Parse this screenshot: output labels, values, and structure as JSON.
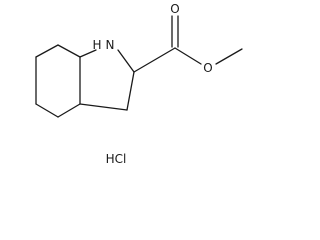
{
  "molecule": {
    "atoms": {
      "nitrogen_h": "H",
      "nitrogen": "N",
      "carbonyl_oxygen": "O",
      "ester_oxygen": "O"
    },
    "salt": "HCl"
  },
  "colors": {
    "ink": "#1a1a1a",
    "background": "#ffffff"
  }
}
